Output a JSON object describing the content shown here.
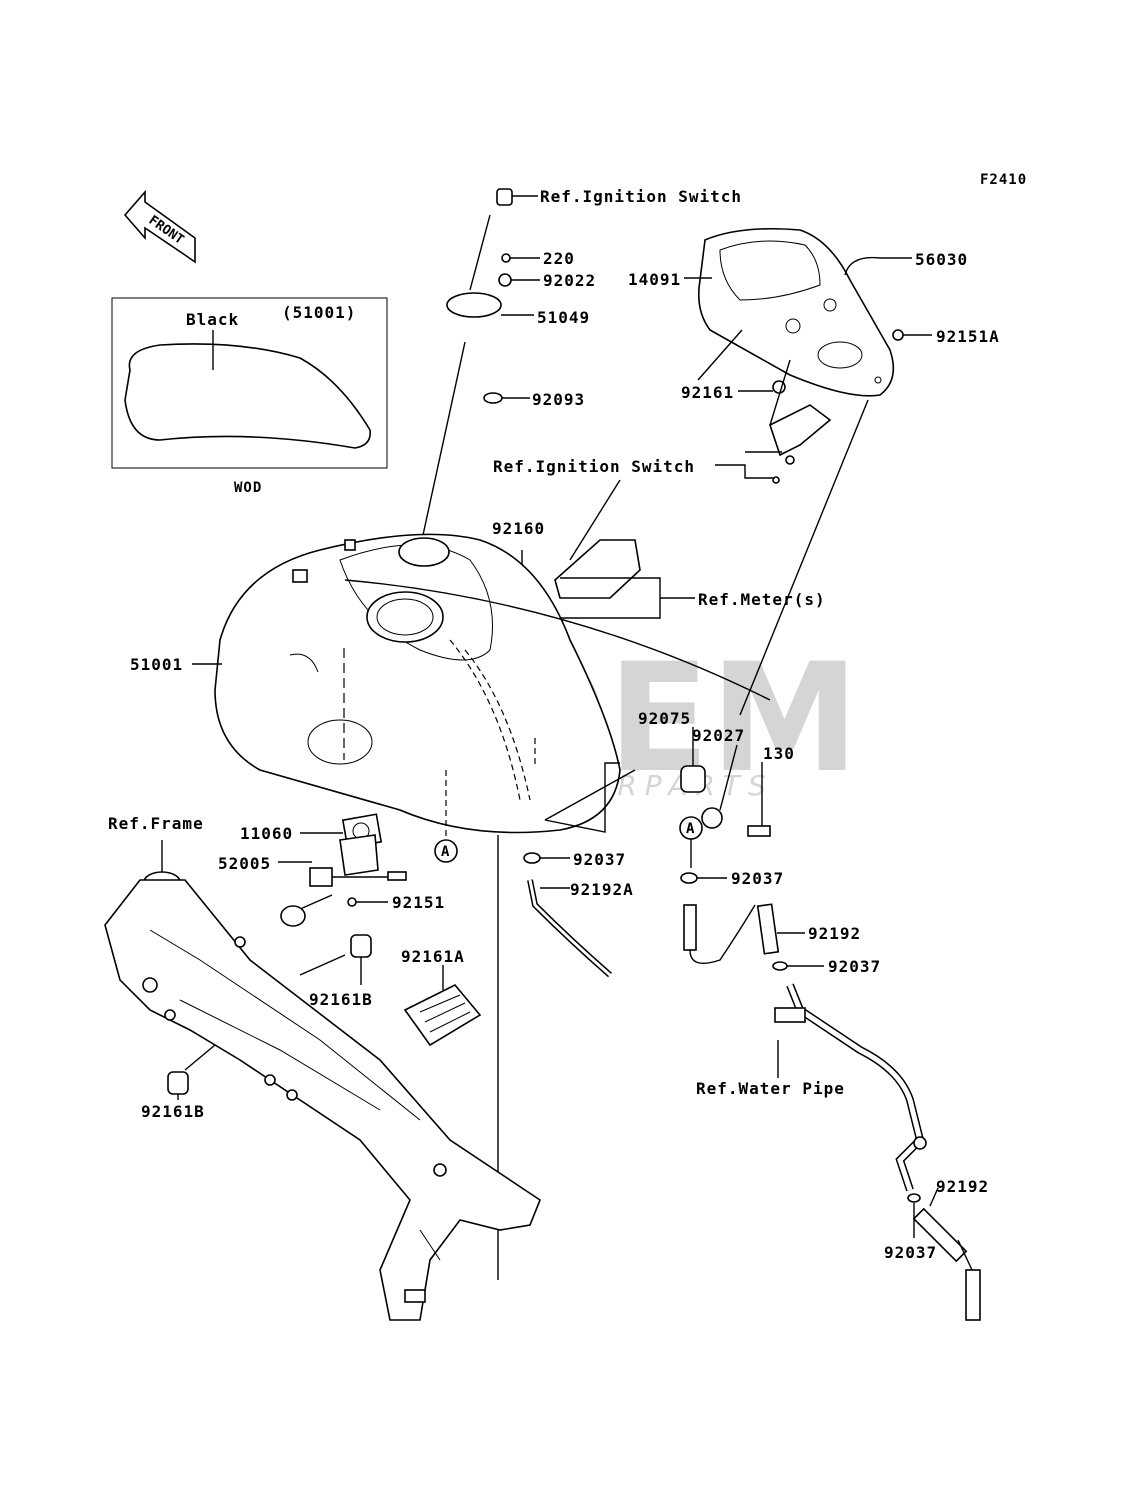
{
  "figure_code": "F2410",
  "front_arrow_label": "FRONT",
  "watermark": {
    "brand": "OEM",
    "sub": "MOTORPARTS"
  },
  "inset": {
    "color_label": "Black",
    "part_ref": "(51001)",
    "caption": "WOD"
  },
  "callouts": {
    "ref_ignition_switch_top": "Ref.Ignition Switch",
    "p220": "220",
    "p92022": "92022",
    "p51049": "51049",
    "p92093": "92093",
    "p14091": "14091",
    "p56030": "56030",
    "p92151A": "92151A",
    "p92161": "92161",
    "ref_ignition_switch_mid": "Ref.Ignition Switch",
    "p92160": "92160",
    "ref_meters": "Ref.Meter(s)",
    "p51001": "51001",
    "p92075": "92075",
    "p92027": "92027",
    "p130": "130",
    "p11060": "11060",
    "ref_frame": "Ref.Frame",
    "marker_a1": "A",
    "marker_a2": "A",
    "p52005": "52005",
    "p92037_a": "92037",
    "p92037_b": "92037",
    "p92192A": "92192A",
    "p92151": "92151",
    "p92161A": "92161A",
    "p92192_a": "92192",
    "p92037_c": "92037",
    "p92161B_a": "92161B",
    "ref_water_pipe": "Ref.Water Pipe",
    "p92161B_b": "92161B",
    "p92192_b": "92192",
    "p92037_d": "92037"
  }
}
